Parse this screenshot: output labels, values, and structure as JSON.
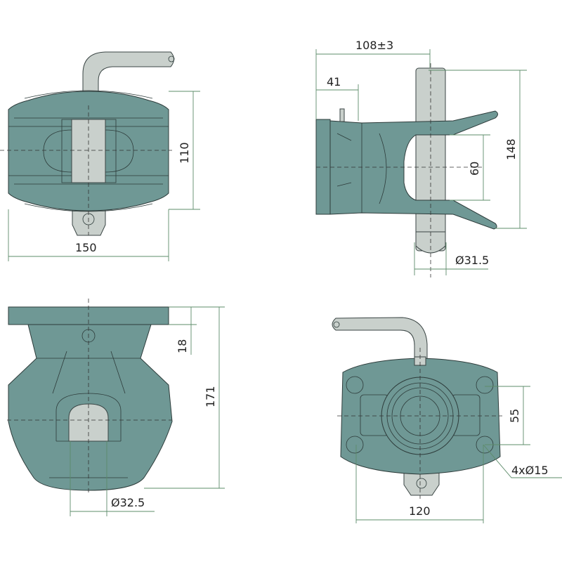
{
  "title": "Coupling dimensional drawing",
  "colors": {
    "body": "#6f9895",
    "pin": "#c9d0cc",
    "dimension_line": "#5d8c6a"
  },
  "views": {
    "top": {
      "width_label": "150",
      "height_label": "110"
    },
    "side": {
      "length_label": "108±3",
      "plate_label": "41",
      "fork_gap_label": "60",
      "height_label": "148",
      "pin_diameter_label": "Ø31.5"
    },
    "front": {
      "plate_label": "18",
      "height_label": "171",
      "bore_label": "Ø32.5"
    },
    "bottom": {
      "hole_spacing_v_label": "55",
      "holes_label": "4xØ15",
      "hole_spacing_h_label": "120"
    }
  }
}
